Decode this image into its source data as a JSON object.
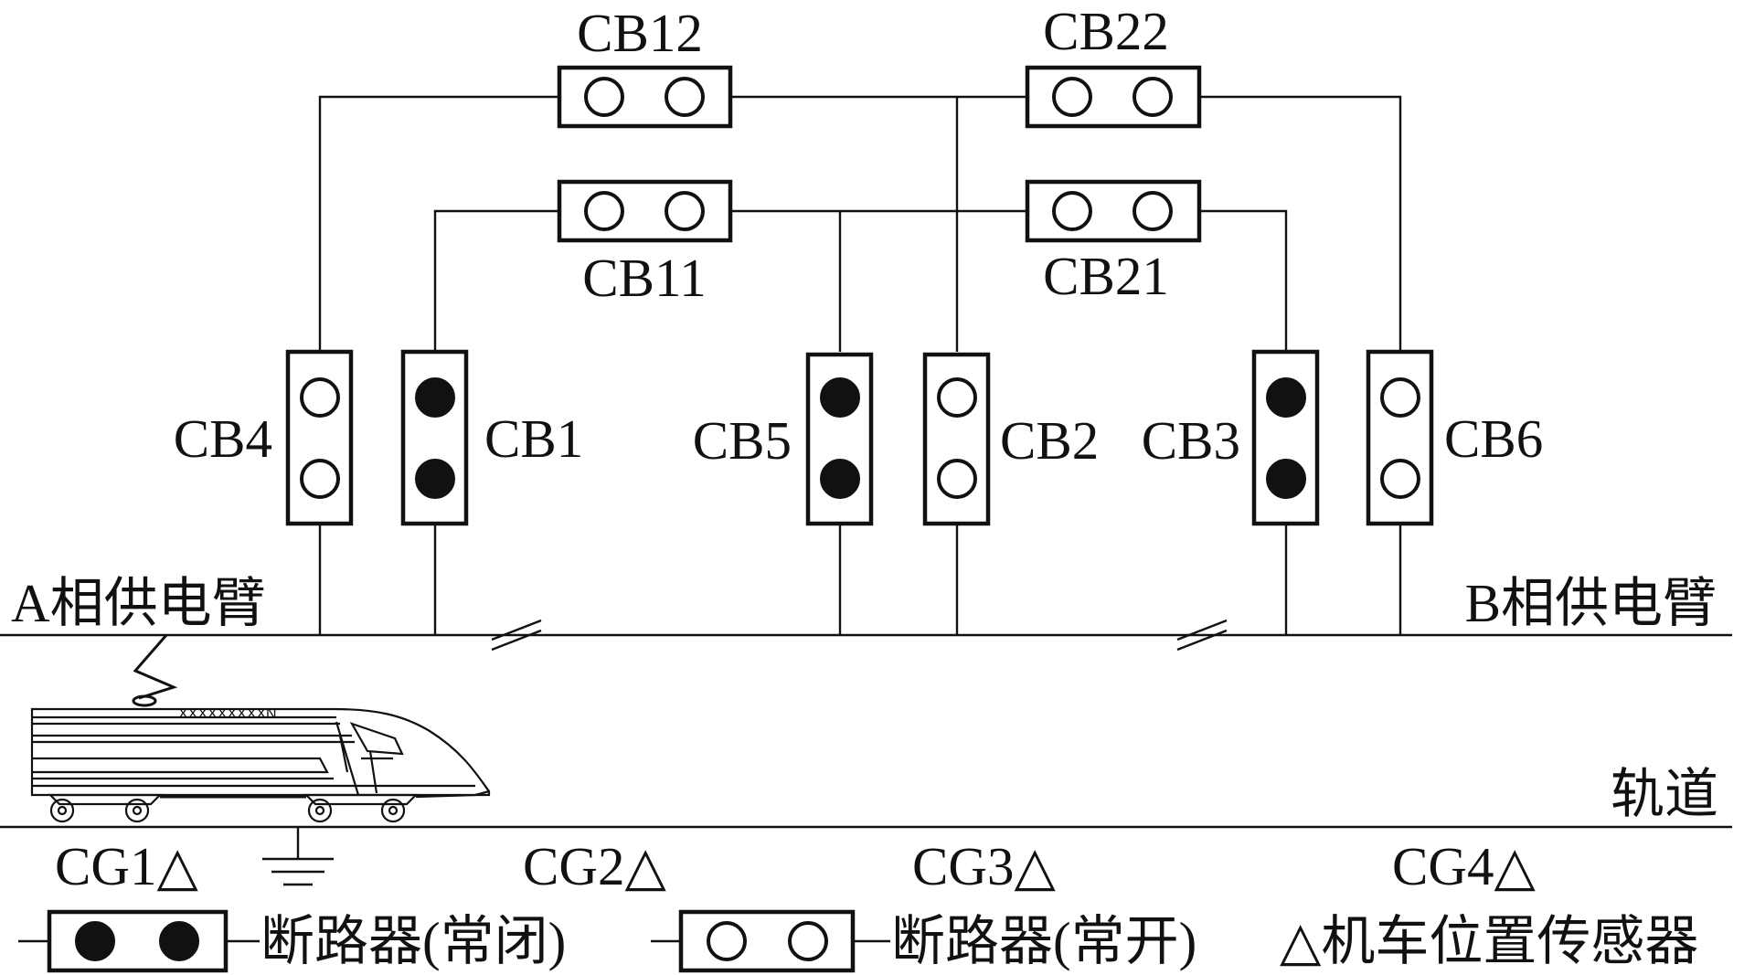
{
  "breakers": {
    "CB12": "CB12",
    "CB22": "CB22",
    "CB11": "CB11",
    "CB21": "CB21",
    "CB4": "CB4",
    "CB1": "CB1",
    "CB5": "CB5",
    "CB2": "CB2",
    "CB3": "CB3",
    "CB6": "CB6"
  },
  "breaker_states": {
    "CB12": "open",
    "CB22": "open",
    "CB11": "open",
    "CB21": "open",
    "CB4": "open",
    "CB1": "closed",
    "CB5": "closed",
    "CB2": "open",
    "CB3": "closed",
    "CB6": "open"
  },
  "feeders": {
    "a_phase": "A相供电臂",
    "b_phase": "B相供电臂"
  },
  "track": "轨道",
  "sensors": [
    "CG1△",
    "CG2△",
    "CG3△",
    "CG4△"
  ],
  "train_marking": "XXXXXXXXXN",
  "legend": {
    "closed_breaker": "断路器(常闭)",
    "open_breaker": "断路器(常开)",
    "sensor": "△机车位置传感器"
  },
  "colors": {
    "line": "#111111",
    "filled_contact": "#111111",
    "open_contact": "#ffffff",
    "background": "#ffffff"
  }
}
